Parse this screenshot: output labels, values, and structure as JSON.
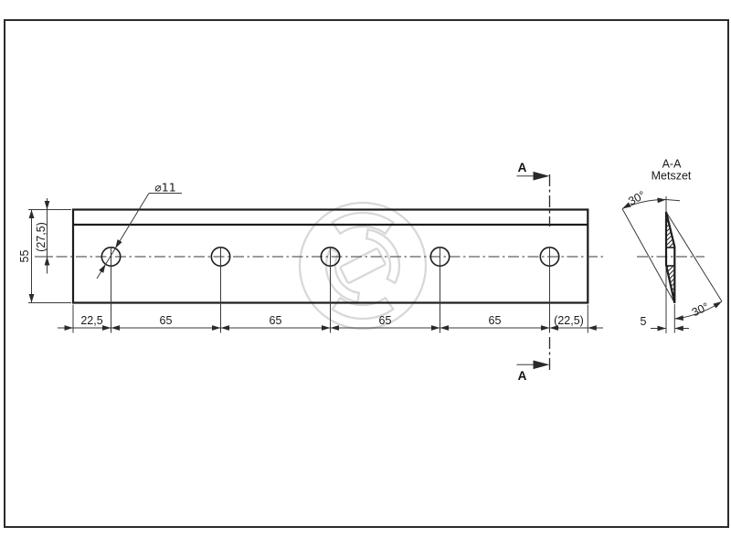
{
  "meta": {
    "kind": "technical-drawing",
    "language": "hungarian"
  },
  "colors": {
    "background": "#ffffff",
    "object_line": "#1c1c1c",
    "thin_line": "#3a3a3a",
    "watermark": "#d8d8d8"
  },
  "main_view": {
    "hole_callout": "⌀11",
    "dim_height": "55",
    "dim_half_height": "(27,5)",
    "chain_dims": [
      "22,5",
      "65",
      "65",
      "65",
      "65",
      "(22,5)"
    ],
    "cut_label_top": "A",
    "cut_label_bottom": "A"
  },
  "section_view": {
    "title": "A-A",
    "subtitle": "Metszet",
    "dim_thickness": "5",
    "angle_top": "30°",
    "angle_bottom": "30°"
  }
}
